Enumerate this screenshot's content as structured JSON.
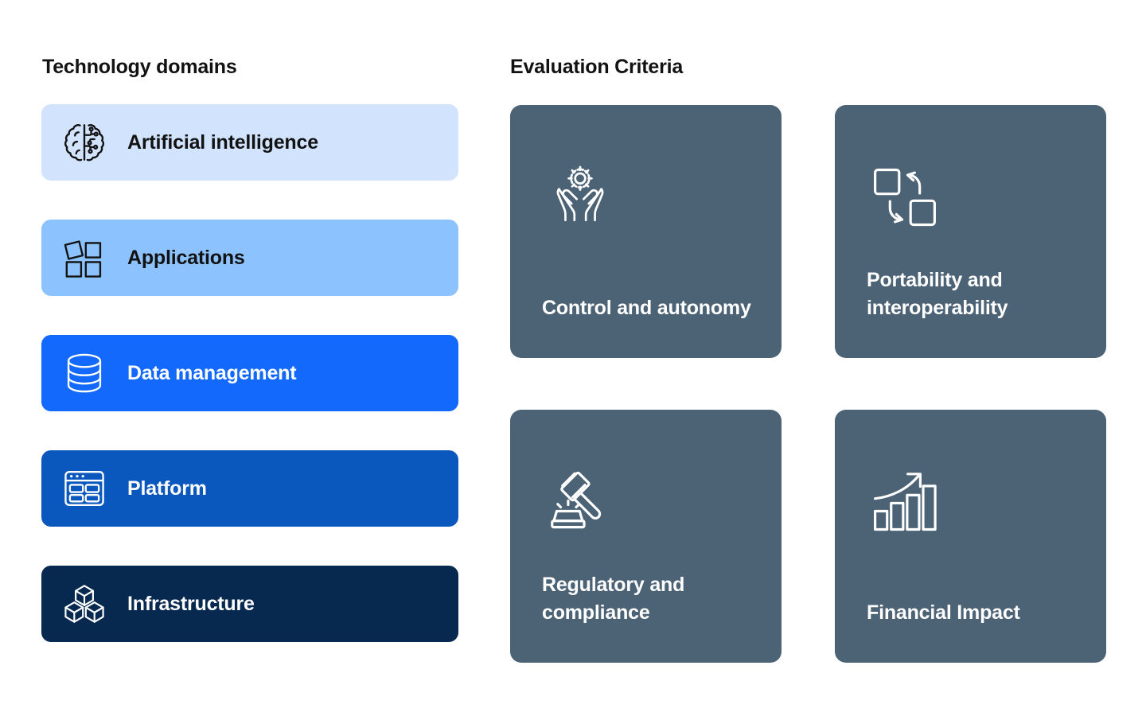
{
  "headers": {
    "left": "Technology domains",
    "right": "Evaluation Criteria"
  },
  "colors": {
    "page_background": "#ffffff",
    "heading_text": "#121212",
    "criteria_card": "#4c6275",
    "criteria_text": "#ffffff"
  },
  "domains": [
    {
      "label": "Artificial intelligence",
      "icon": "brain-circuit-icon",
      "background": "#d2e4fd",
      "text_color": "#121212",
      "icon_color": "#121212"
    },
    {
      "label": "Applications",
      "icon": "app-tiles-icon",
      "background": "#8cc2fd",
      "text_color": "#121212",
      "icon_color": "#121212"
    },
    {
      "label": "Data management",
      "icon": "database-icon",
      "background": "#1269fb",
      "text_color": "#ffffff",
      "icon_color": "#ffffff"
    },
    {
      "label": "Platform",
      "icon": "dashboard-window-icon",
      "background": "#0a57bd",
      "text_color": "#ffffff",
      "icon_color": "#ffffff"
    },
    {
      "label": "Infrastructure",
      "icon": "stacked-cubes-icon",
      "background": "#07284f",
      "text_color": "#ffffff",
      "icon_color": "#ffffff"
    }
  ],
  "criteria": [
    {
      "label": "Control and autonomy",
      "icon": "hands-holding-gear-icon"
    },
    {
      "label": "Portability and interoperability",
      "icon": "exchange-squares-icon"
    },
    {
      "label": "Regulatory and compliance",
      "icon": "gavel-icon"
    },
    {
      "label": "Financial Impact",
      "icon": "growth-bar-chart-icon"
    }
  ]
}
